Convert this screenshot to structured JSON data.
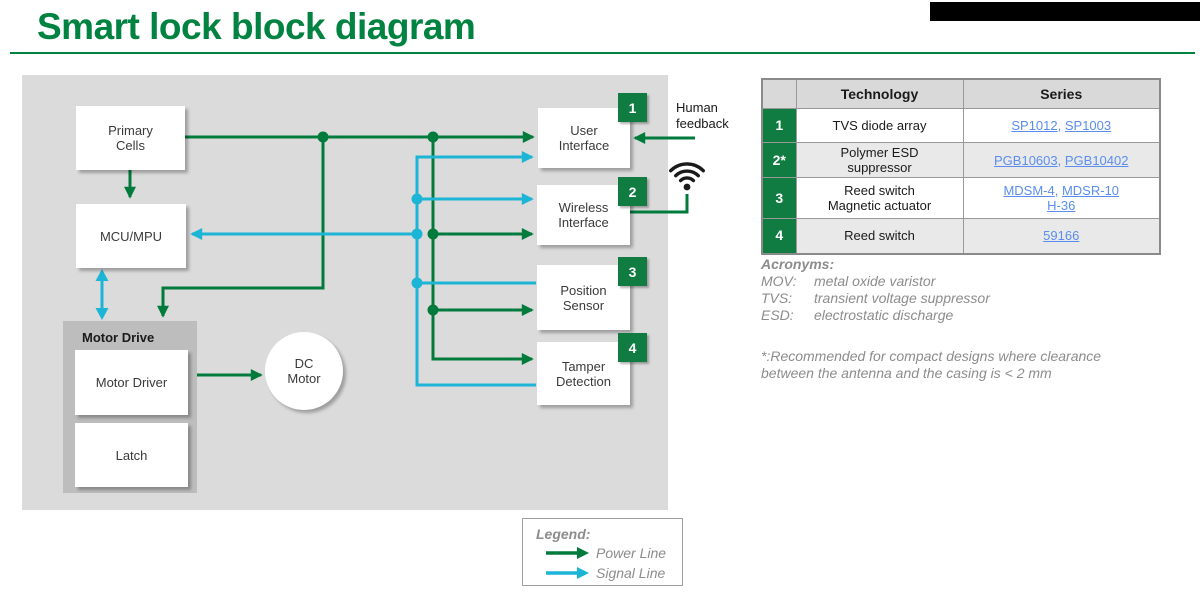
{
  "header": {
    "title": "Smart lock block diagram"
  },
  "colors": {
    "power_line": "#007B3C",
    "signal_line": "#1CB5D5",
    "badge_green": "#107C41",
    "title_green": "#008240",
    "link_blue": "#5B8DEF",
    "wifi_black": "#1a1a1a"
  },
  "diagram": {
    "blocks": {
      "primary_cells": "Primary\nCells",
      "mcu": "MCU/MPU",
      "motor_drive": "Motor Drive",
      "motor_driver": "Motor Driver",
      "latch": "Latch",
      "dc_motor": "DC\nMotor",
      "user_interface": "User\nInterface",
      "wireless_interface": "Wireless\nInterface",
      "position_sensor": "Position\nSensor",
      "tamper_detection": "Tamper\nDetection"
    },
    "badges": {
      "user_interface": "1",
      "wireless_interface": "2",
      "position_sensor": "3",
      "tamper_detection": "4"
    },
    "annotations": {
      "human_feedback": "Human feedback"
    }
  },
  "legend": {
    "title": "Legend:",
    "items": [
      {
        "label": "Power Line"
      },
      {
        "label": "Signal Line"
      }
    ]
  },
  "table": {
    "headers": {
      "number": "",
      "technology": "Technology",
      "series": "Series"
    },
    "rows": [
      {
        "num": "1",
        "technology": "TVS diode array",
        "series_lines": [
          [
            "SP1012",
            "SP1003"
          ]
        ]
      },
      {
        "num": "2*",
        "technology": "Polymer ESD\nsuppressor",
        "series_lines": [
          [
            "PGB10603",
            "PGB10402"
          ]
        ]
      },
      {
        "num": "3",
        "technology": "Reed switch\nMagnetic actuator",
        "series_lines": [
          [
            "MDSM-4",
            "MDSR-10"
          ],
          [
            "H-36"
          ]
        ]
      },
      {
        "num": "4",
        "technology": "Reed switch",
        "series_lines": [
          [
            "59166"
          ]
        ]
      }
    ]
  },
  "acronyms": {
    "title": "Acronyms:",
    "items": [
      {
        "term": "MOV:",
        "definition": "metal oxide varistor"
      },
      {
        "term": "TVS:",
        "definition": "transient voltage suppressor"
      },
      {
        "term": "ESD:",
        "definition": "electrostatic discharge"
      }
    ]
  },
  "footnote": "*:Recommended for compact designs where clearance between the antenna and the casing is < 2 mm"
}
